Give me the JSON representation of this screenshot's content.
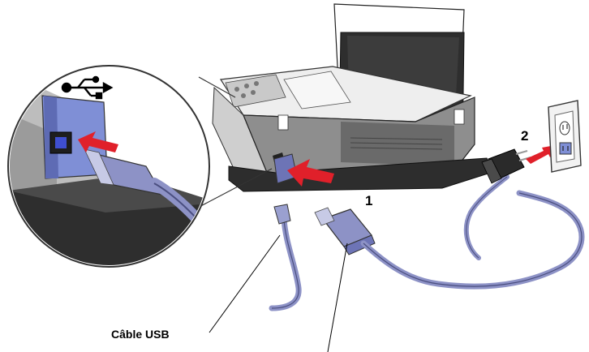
{
  "labels": {
    "step_1": "1",
    "step_2": "2",
    "usb_cable": "Câble USB"
  },
  "colors": {
    "cable_blue": "#8d92c6",
    "arrow_red": "#e0202a",
    "printer_grey": "#d9d9d9",
    "dark_grey": "#3a3a3a",
    "port_blue": "#7f8fd6"
  },
  "icons": [
    "usb-symbol-icon",
    "arrow-icon",
    "power-plug-icon",
    "wall-outlet-icon"
  ]
}
